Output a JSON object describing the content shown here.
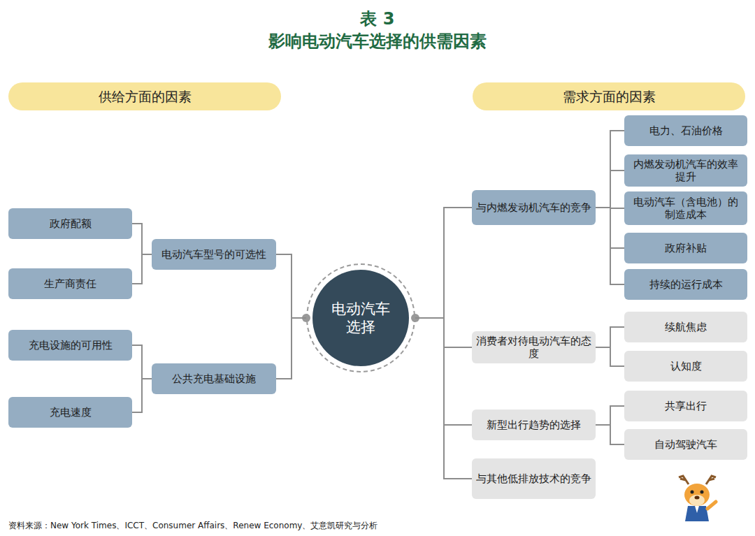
{
  "diagram": {
    "title": "影响电动汽车选择的供需因素",
    "nodes": [
      {
        "text": [
          "供给方面的因素"
        ]
      },
      {
        "text": [
          "需求方面的因素"
        ]
      },
      {
        "text": [
          "电动汽车 选择"
        ]
      },
      {
        "text": [
          "电动汽车型号的可选性"
        ]
      },
      {
        "text": [
          "政府配额"
        ]
      },
      {
        "text": [
          "生产商责任"
        ]
      },
      {
        "text": [
          "公共充电基础设施"
        ]
      },
      {
        "text": [
          "充电设施的可用性"
        ]
      },
      {
        "text": [
          "充电速度"
        ]
      },
      {
        "text": [
          "与内燃发动机汽车的竞争"
        ]
      },
      {
        "text": [
          "电力、石油价格"
        ]
      },
      {
        "text": [
          "内燃发动机汽车的效率提升"
        ]
      },
      {
        "text": [
          "电动汽车（含电池）的制造成本"
        ]
      },
      {
        "text": [
          "政府补贴"
        ]
      },
      {
        "text": [
          "持续的运行成本"
        ]
      },
      {
        "text": [
          "消费者对待电动汽车的态度"
        ]
      },
      {
        "text": [
          "续航焦虑"
        ]
      },
      {
        "text": [
          "认知度"
        ]
      },
      {
        "text": [
          "新型出行趋势的选择"
        ]
      },
      {
        "text": [
          "共享出行"
        ]
      },
      {
        "text": [
          "自动驾驶汽车"
        ]
      },
      {
        "text": [
          "与其他低排放技术的竞争"
        ]
      }
    ],
    "edges": [
      {
        "from": 2,
        "to": 3,
        "arrow": "none"
      },
      {
        "from": 2,
        "to": 6,
        "arrow": "none"
      },
      {
        "from": 3,
        "to": 4,
        "arrow": "none"
      },
      {
        "from": 3,
        "to": 5,
        "arrow": "none"
      },
      {
        "from": 6,
        "to": 7,
        "arrow": "none"
      },
      {
        "from": 6,
        "to": 8,
        "arrow": "none"
      },
      {
        "from": 2,
        "to": 9,
        "arrow": "none"
      },
      {
        "from": 2,
        "to": 15,
        "arrow": "none"
      },
      {
        "from": 2,
        "to": 18,
        "arrow": "none"
      },
      {
        "from": 2,
        "to": 21,
        "arrow": "none"
      },
      {
        "from": 9,
        "to": 10,
        "arrow": "none"
      },
      {
        "from": 9,
        "to": 11,
        "arrow": "none"
      },
      {
        "from": 9,
        "to": 12,
        "arrow": "none"
      },
      {
        "from": 9,
        "to": 13,
        "arrow": "none"
      },
      {
        "from": 9,
        "to": 14,
        "arrow": "none"
      },
      {
        "from": 15,
        "to": 16,
        "arrow": "none"
      },
      {
        "from": 15,
        "to": 17,
        "arrow": "none"
      },
      {
        "from": 18,
        "to": 19,
        "arrow": "none"
      },
      {
        "from": 18,
        "to": 20,
        "arrow": "none"
      }
    ],
    "labels": [
      "表 3",
      "资料来源：New York Times、ICCT、Consumer Affairs、Renew Economy、艾意凯研究与分析"
    ]
  }
}
